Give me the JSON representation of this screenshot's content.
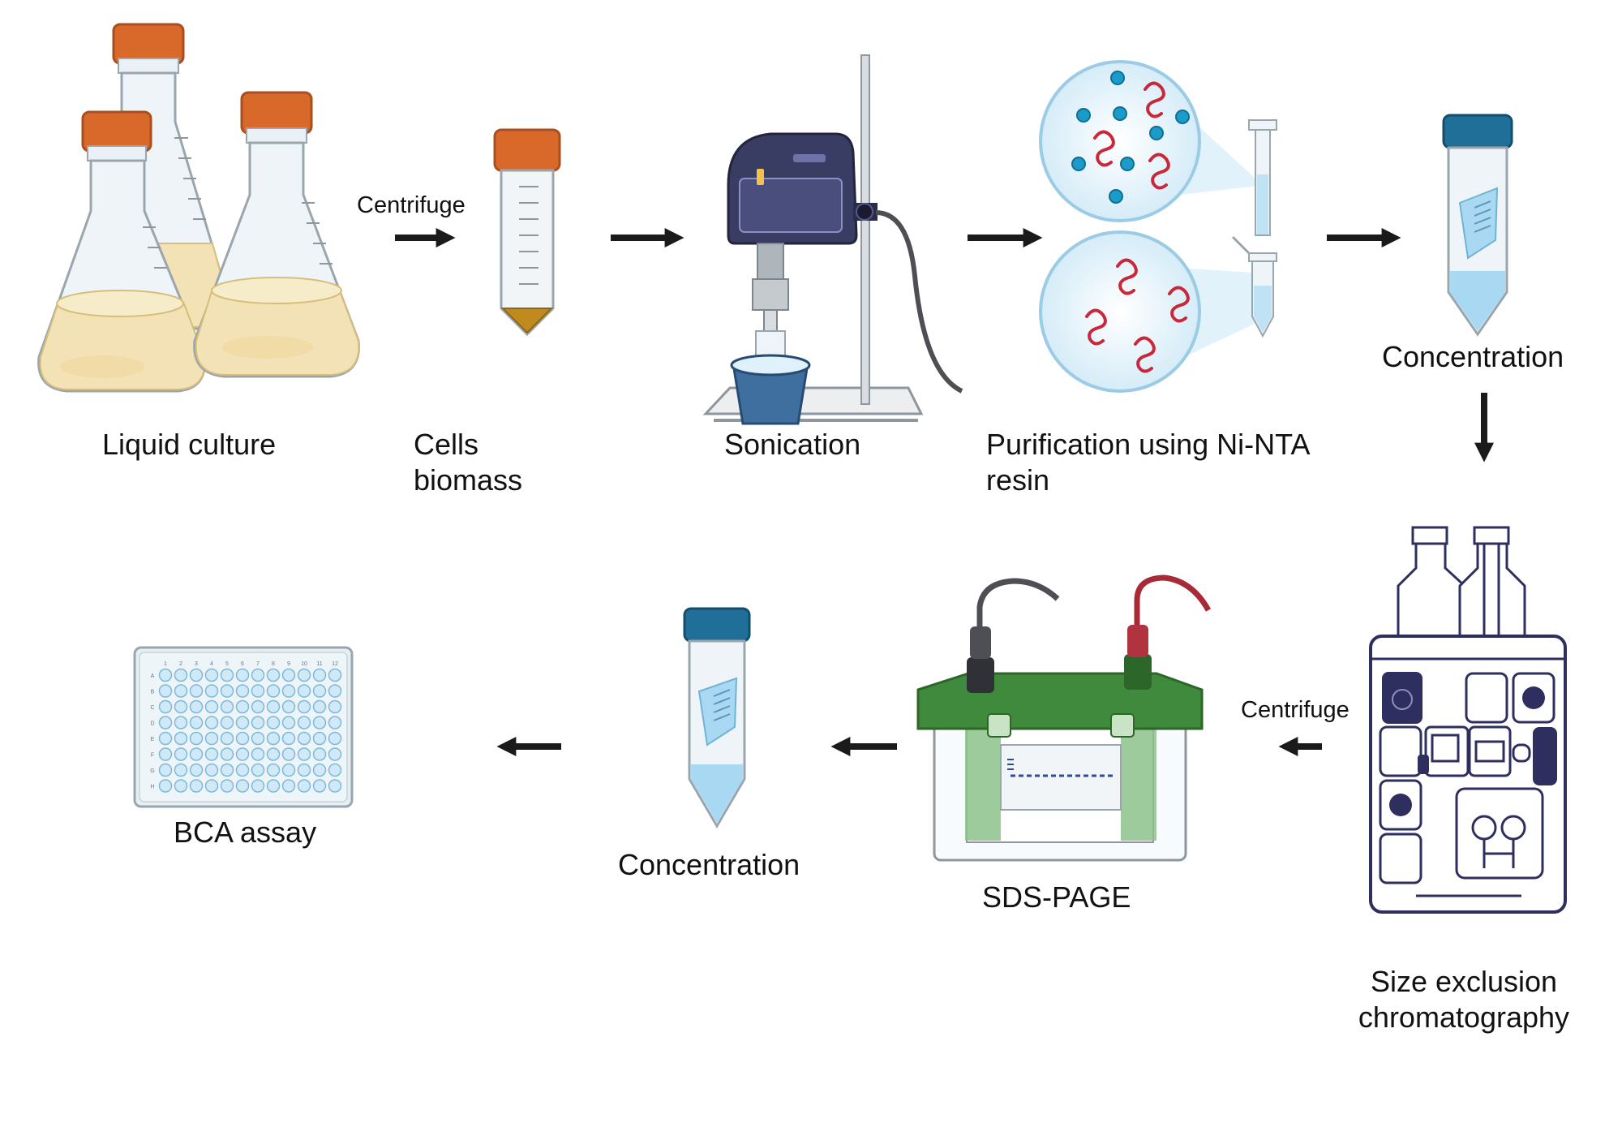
{
  "steps": {
    "liquid_culture": "Liquid culture",
    "centrifuge_1": "Centrifuge",
    "cells_line1": "Cells",
    "cells_line2": "biomass",
    "sonication": "Sonication",
    "purification_line1": "Purification using Ni-NTA",
    "purification_line2": "resin",
    "concentration_1": "Concentration",
    "sec_line1": "Size exclusion",
    "sec_line2": "chromatography",
    "centrifuge_2": "Centrifuge",
    "sds_page": "SDS-PAGE",
    "concentration_2": "Concentration",
    "bca_assay": "BCA assay"
  },
  "plate": {
    "columns": [
      "1",
      "2",
      "3",
      "4",
      "5",
      "6",
      "7",
      "8",
      "9",
      "10",
      "11",
      "12"
    ],
    "rows": [
      "A",
      "B",
      "C",
      "D",
      "E",
      "F",
      "G",
      "H"
    ]
  },
  "colors": {
    "flask_cap": "#d9692a",
    "culture_medium": "#f3e2b5",
    "tube_cap": "#1f6f99",
    "buffer_blue": "#a9d8f2",
    "protein_red": "#c8283a",
    "resin_bead": "#1b9bc9",
    "sonicator_body": "#3a3d63",
    "gel_tank_green": "#3f8a3c",
    "instrument_navy": "#2e2f5e",
    "arrow": "#1a1a1a"
  }
}
